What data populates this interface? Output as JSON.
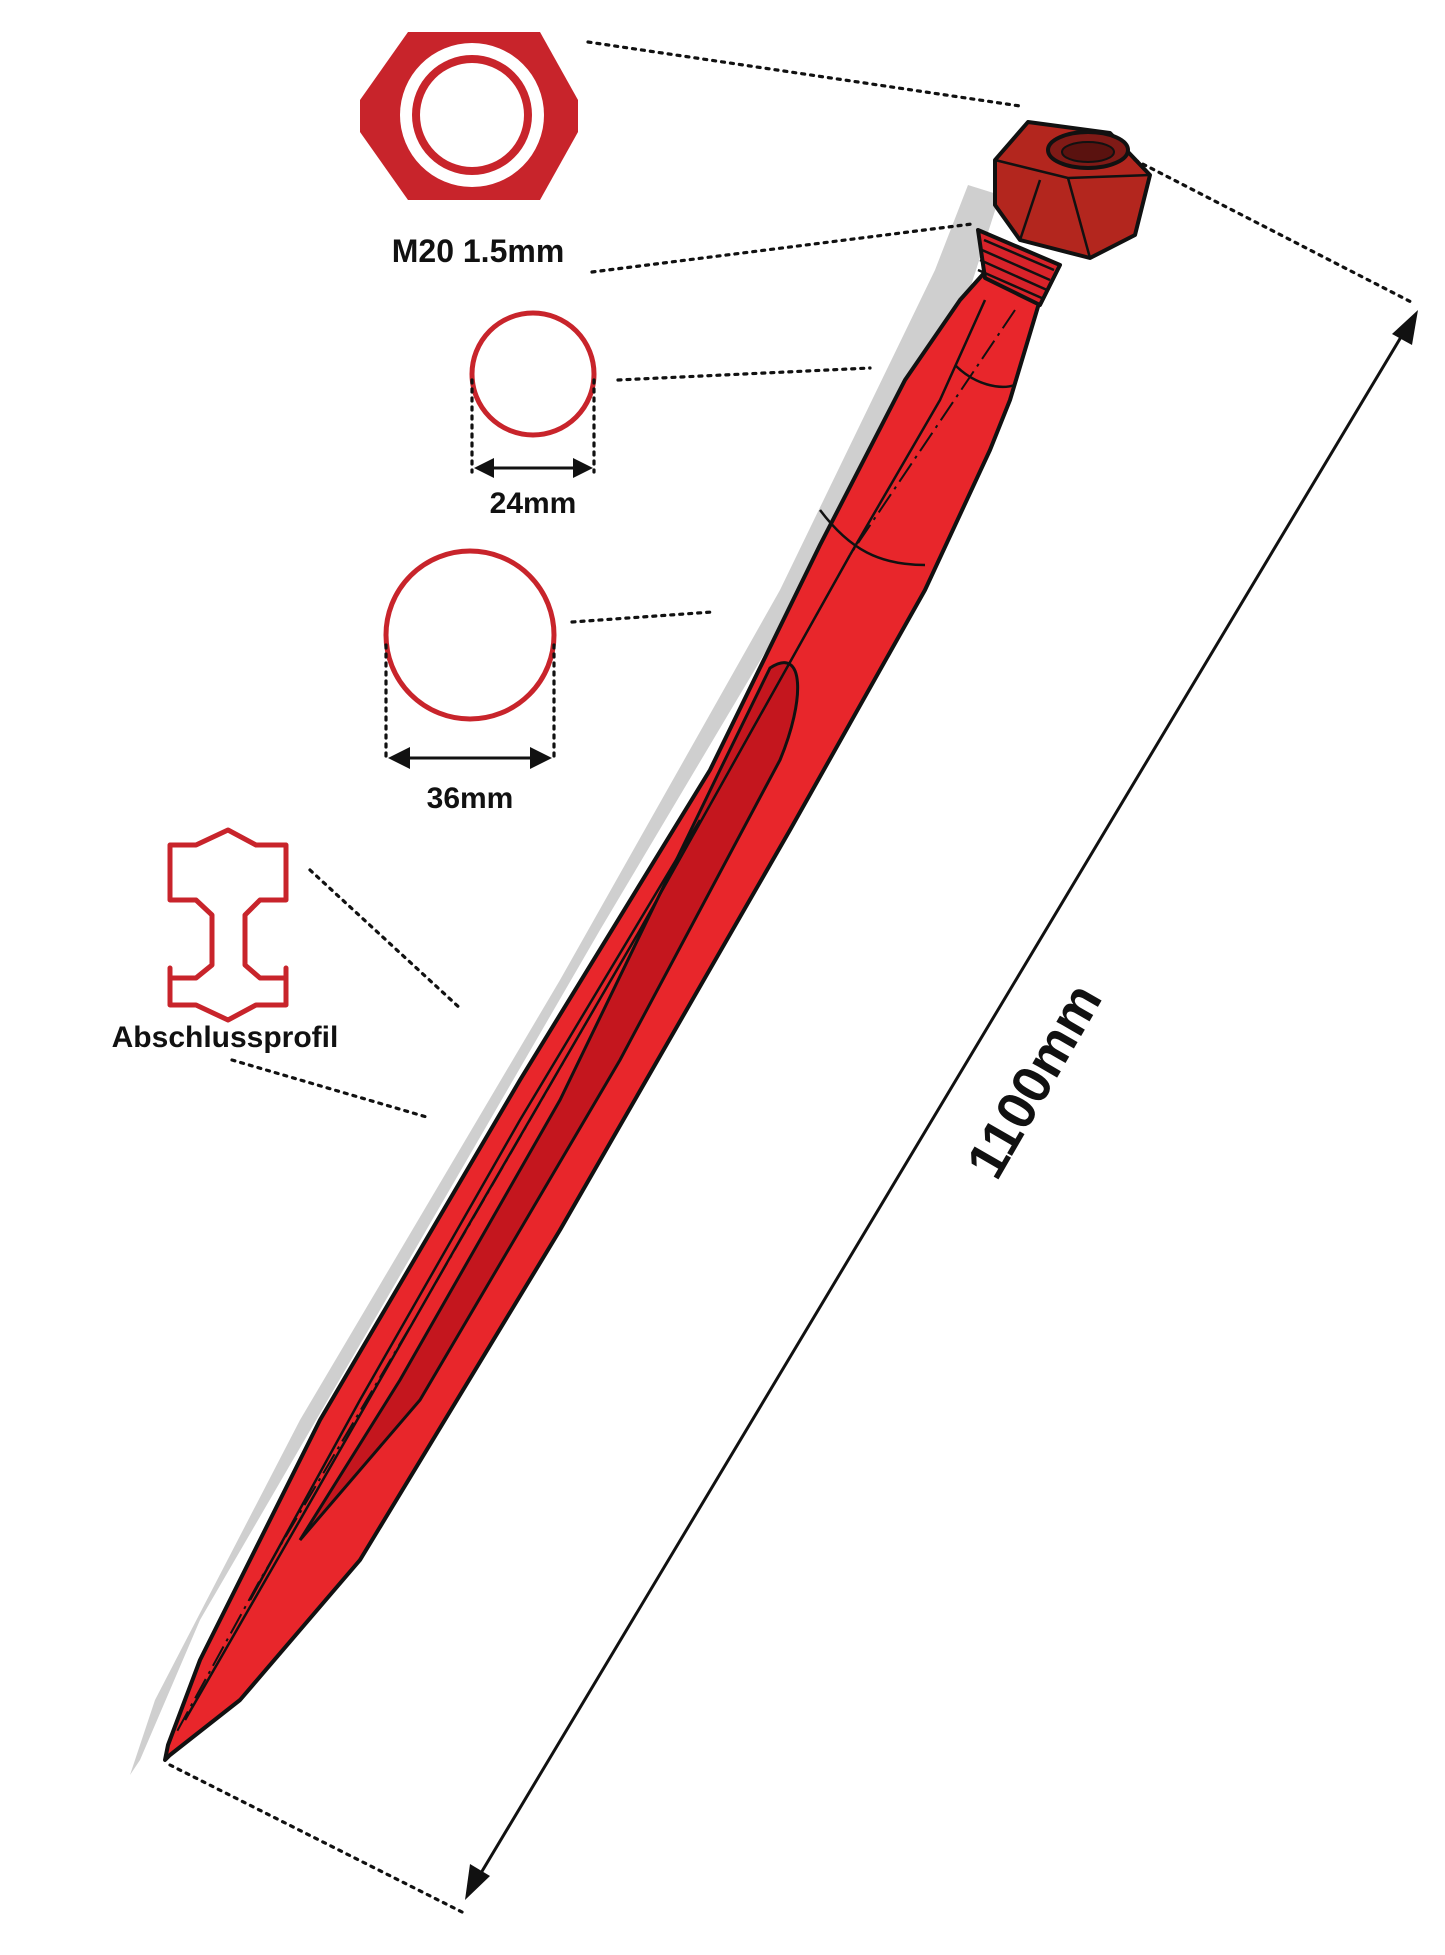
{
  "labels": {
    "thread": "M20 1.5mm",
    "diameter_small": "24mm",
    "diameter_large": "36mm",
    "profile": "Abschlussprofil",
    "length": "1100mm"
  },
  "colors": {
    "tine_red": "#e8262b",
    "tine_dark": "#c4161e",
    "nut_red": "#b3261e",
    "icon_red": "#c8242b",
    "shadow": "#cfcfcf",
    "outline": "#111111"
  }
}
